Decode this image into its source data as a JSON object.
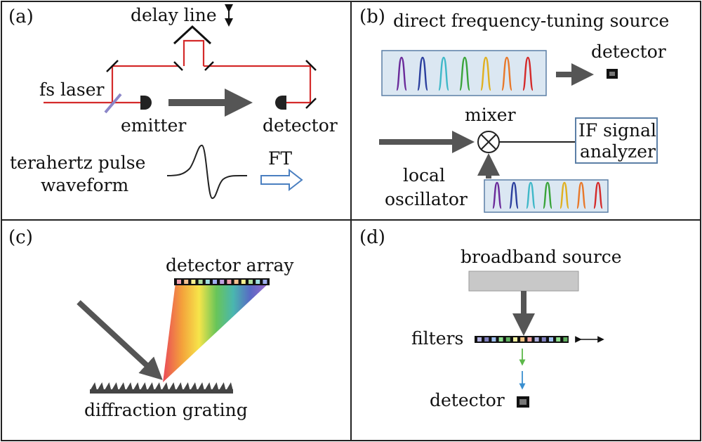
{
  "panel_a": {
    "label": "(a)",
    "delay_line": "delay line",
    "fs_laser": "fs laser",
    "emitter": "emitter",
    "detector": "detector",
    "pulse_line1": "terahertz pulse",
    "pulse_line2": "waveform",
    "ft": "FT"
  },
  "panel_b": {
    "label": "(b)",
    "title": "direct frequency-tuning source",
    "detector": "detector",
    "mixer": "mixer",
    "if_line1": "IF signal",
    "if_line2": "analyzer",
    "lo_line1": "local",
    "lo_line2": "oscillator"
  },
  "panel_c": {
    "label": "(c)",
    "detector_array": "detector array",
    "grating": "diffraction grating"
  },
  "panel_d": {
    "label": "(d)",
    "source": "broadband source",
    "filters": "filters",
    "detector": "detector"
  },
  "colors": {
    "laser": "#d42a2a",
    "arrow": "#555555",
    "box_fill": "#dbe7f2",
    "box_stroke": "#5b7fa6",
    "source_fill": "#c8c8c8",
    "spectrum": [
      "#6a2a9a",
      "#2b3f9e",
      "#3fb8c8",
      "#3aa43a",
      "#e0b020",
      "#e8782a",
      "#d42a2a"
    ]
  }
}
